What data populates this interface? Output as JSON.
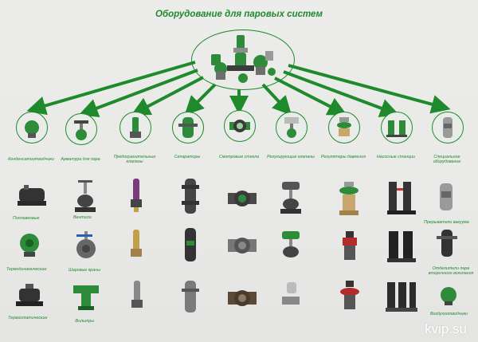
{
  "title": "Оборудование для паровых систем",
  "colors": {
    "accent": "#1f8a2c",
    "background": "#e9e9e7"
  },
  "categories": [
    {
      "label": "Конденсатоотводчики",
      "icon": "steam-trap-icon"
    },
    {
      "label": "Арматура для пара",
      "icon": "globe-valve-icon"
    },
    {
      "label": "Предохранительные клапаны",
      "icon": "safety-valve-icon"
    },
    {
      "label": "Сепараторы",
      "icon": "separator-icon"
    },
    {
      "label": "Смотровые стекла",
      "icon": "sight-glass-icon"
    },
    {
      "label": "Регулирующие клапаны",
      "icon": "control-valve-icon"
    },
    {
      "label": "Регуляторы давления",
      "icon": "pressure-regulator-icon"
    },
    {
      "label": "Насосные станции",
      "icon": "pump-station-icon"
    },
    {
      "label": "Специальное оборудование",
      "icon": "special-equipment-icon"
    }
  ],
  "product_labels": {
    "float_traps": "Поплавковые",
    "valves": "Вентили",
    "air_breakers": "Прерыватели вакуума",
    "thermodynamic": "Термодинамические",
    "ball_valves": "Шаровые краны",
    "flash_separators": "Отделители пара вторичного вскипания",
    "thermostatic": "Термостатические",
    "filters": "Фильтры",
    "air_vents": "Воздухоотводчики"
  },
  "watermark": "kvip.su"
}
